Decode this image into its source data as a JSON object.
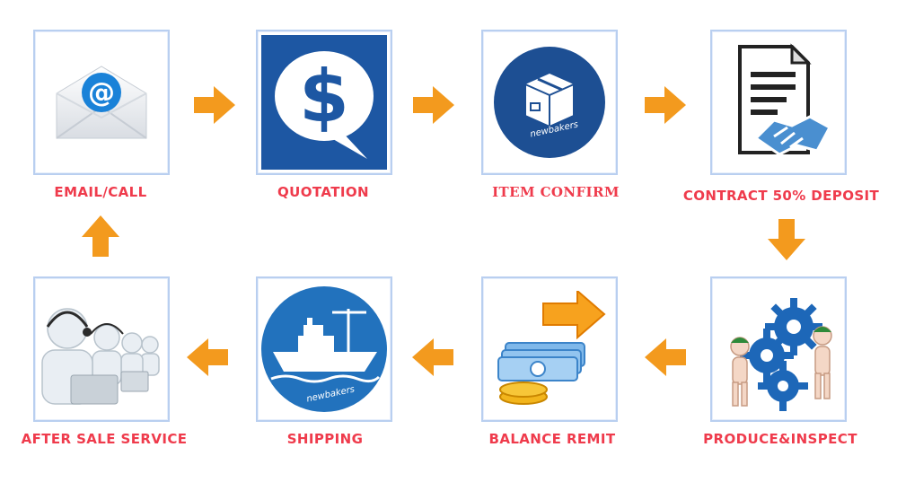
{
  "colors": {
    "label": "#ef3b4c",
    "arrow": "#f39a1e",
    "frame": "#b9cff0",
    "badge": "#1d4f93"
  },
  "steps": [
    {
      "label": "EMAIL/CALL",
      "icon": "envelope-at-icon"
    },
    {
      "label": "QUOTATION",
      "icon": "dollar-speech-bubble-icon"
    },
    {
      "label": "ITEM CONFIRM",
      "icon": "package-box-icon",
      "badge_text": "newbakers"
    },
    {
      "label": "CONTRACT 50% DEPOSIT",
      "icon": "contract-handshake-icon"
    },
    {
      "label": "PRODUCE&INSPECT",
      "icon": "gears-workers-icon"
    },
    {
      "label": "BALANCE REMIT",
      "icon": "money-transfer-icon"
    },
    {
      "label": "SHIPPING",
      "icon": "cargo-ship-icon",
      "badge_text": "newbakers"
    },
    {
      "label": "AFTER SALE SERVICE",
      "icon": "call-center-agents-icon"
    }
  ]
}
